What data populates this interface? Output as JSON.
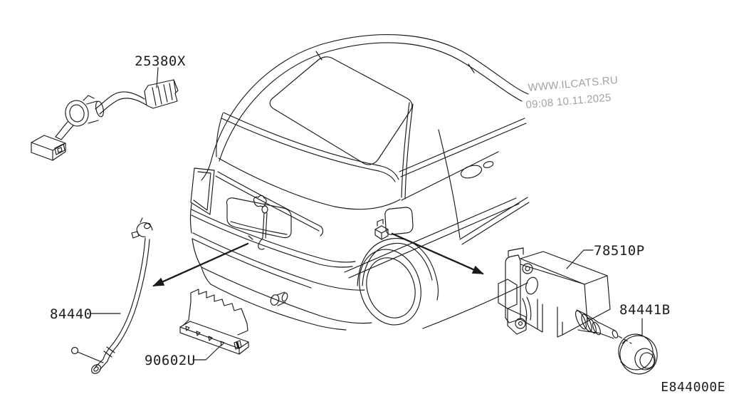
{
  "watermark": {
    "site": "WWW.ILCATS.RU",
    "timestamp": "09:08 10.11.2025",
    "color": "#a3a3a3"
  },
  "diagram_code": "E844000E",
  "line_color": "#1a1a1a",
  "parts": {
    "switch_cable": {
      "code": "25380X"
    },
    "opener_cable": {
      "code": "84440"
    },
    "license_plate_lamp": {
      "code": "90602U"
    },
    "lock_actuator": {
      "code": "78510P"
    },
    "grommet": {
      "code": "84441B"
    }
  }
}
